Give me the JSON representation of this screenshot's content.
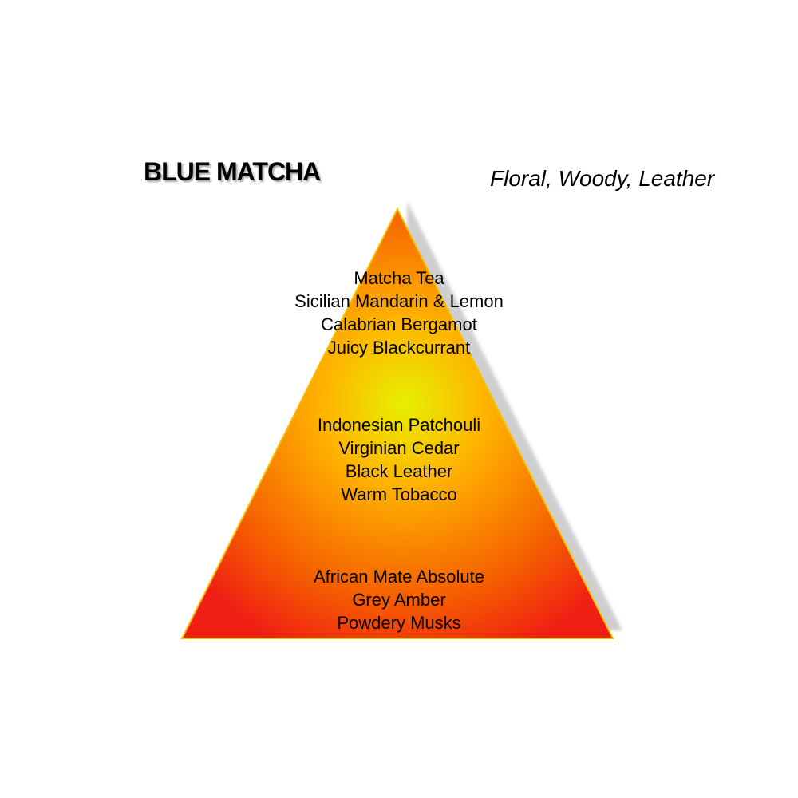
{
  "title": "BLUE MATCHA",
  "subtitle": "Floral, Woody, Leather",
  "pyramid": {
    "top_notes": [
      "Matcha Tea",
      "Sicilian Mandarin & Lemon",
      "Calabrian Bergamot",
      "Juicy Blackcurrant"
    ],
    "heart_notes": [
      "Indonesian Patchouli",
      "Virginian Cedar",
      "Black Leather",
      "Warm Tobacco"
    ],
    "base_notes": [
      "African Mate Absolute",
      "Grey Amber",
      "Powdery Musks"
    ]
  },
  "colors": {
    "center": "#e6f000",
    "mid": "#ffb400",
    "edge": "#f56000",
    "corner": "#f01e14",
    "outline": "#f6c200",
    "shadow": "#cfcfcf"
  }
}
